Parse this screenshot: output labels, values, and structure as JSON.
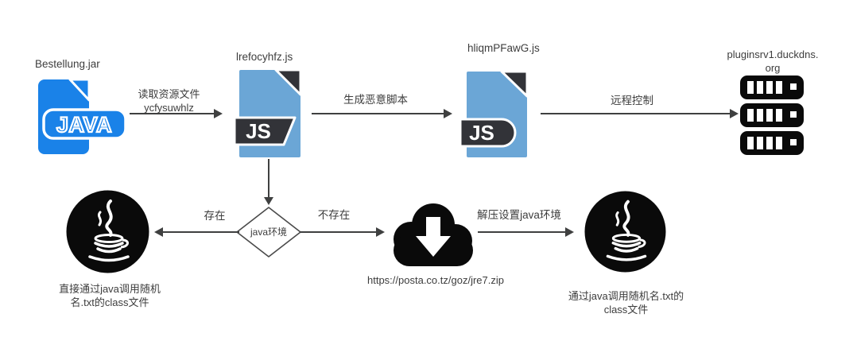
{
  "colors": {
    "background": "#ffffff",
    "java_file_blue": "#1a82e8",
    "js_file_blue": "#6ba6d6",
    "dark_banner": "#323338",
    "icon_black": "#0a0a0a",
    "arrow_gray": "#3f4040",
    "text_gray": "#3d3d3d"
  },
  "nodes": {
    "jar_file": {
      "icon": "java-file-icon",
      "badge": "JAVA",
      "label": "Bestellung.jar"
    },
    "js_file_1": {
      "icon": "js-file-icon",
      "badge": "JS",
      "label": "lrefocyhfz.js"
    },
    "js_file_2": {
      "icon": "js-file-icon",
      "badge": "JS",
      "label": "hliqmPFawG.js"
    },
    "server": {
      "icon": "server-icon",
      "label_line1": "pluginsrv1.duckdns.",
      "label_line2": "org"
    },
    "decision": {
      "shape": "diamond",
      "label": "java环境"
    },
    "java_direct": {
      "icon": "java-logo-icon",
      "caption_line1": "直接通过java调用随机",
      "caption_line2": "名.txt的class文件"
    },
    "cloud": {
      "icon": "cloud-download-icon",
      "caption": "https://posta.co.tz/goz/jre7.zip"
    },
    "java_after_setup": {
      "icon": "java-logo-icon",
      "caption_line1": "通过java调用随机名.txt的",
      "caption_line2": "class文件"
    }
  },
  "edges": {
    "read_resource": {
      "label_line1": "读取资源文件",
      "label_line2": "ycfysuwhlz"
    },
    "generate_script": {
      "label": "生成恶意脚本"
    },
    "remote_control": {
      "label": "远程控制"
    },
    "exists": {
      "label": "存在"
    },
    "not_exists": {
      "label": "不存在"
    },
    "unzip_setup": {
      "label": "解压设置java环境"
    }
  }
}
